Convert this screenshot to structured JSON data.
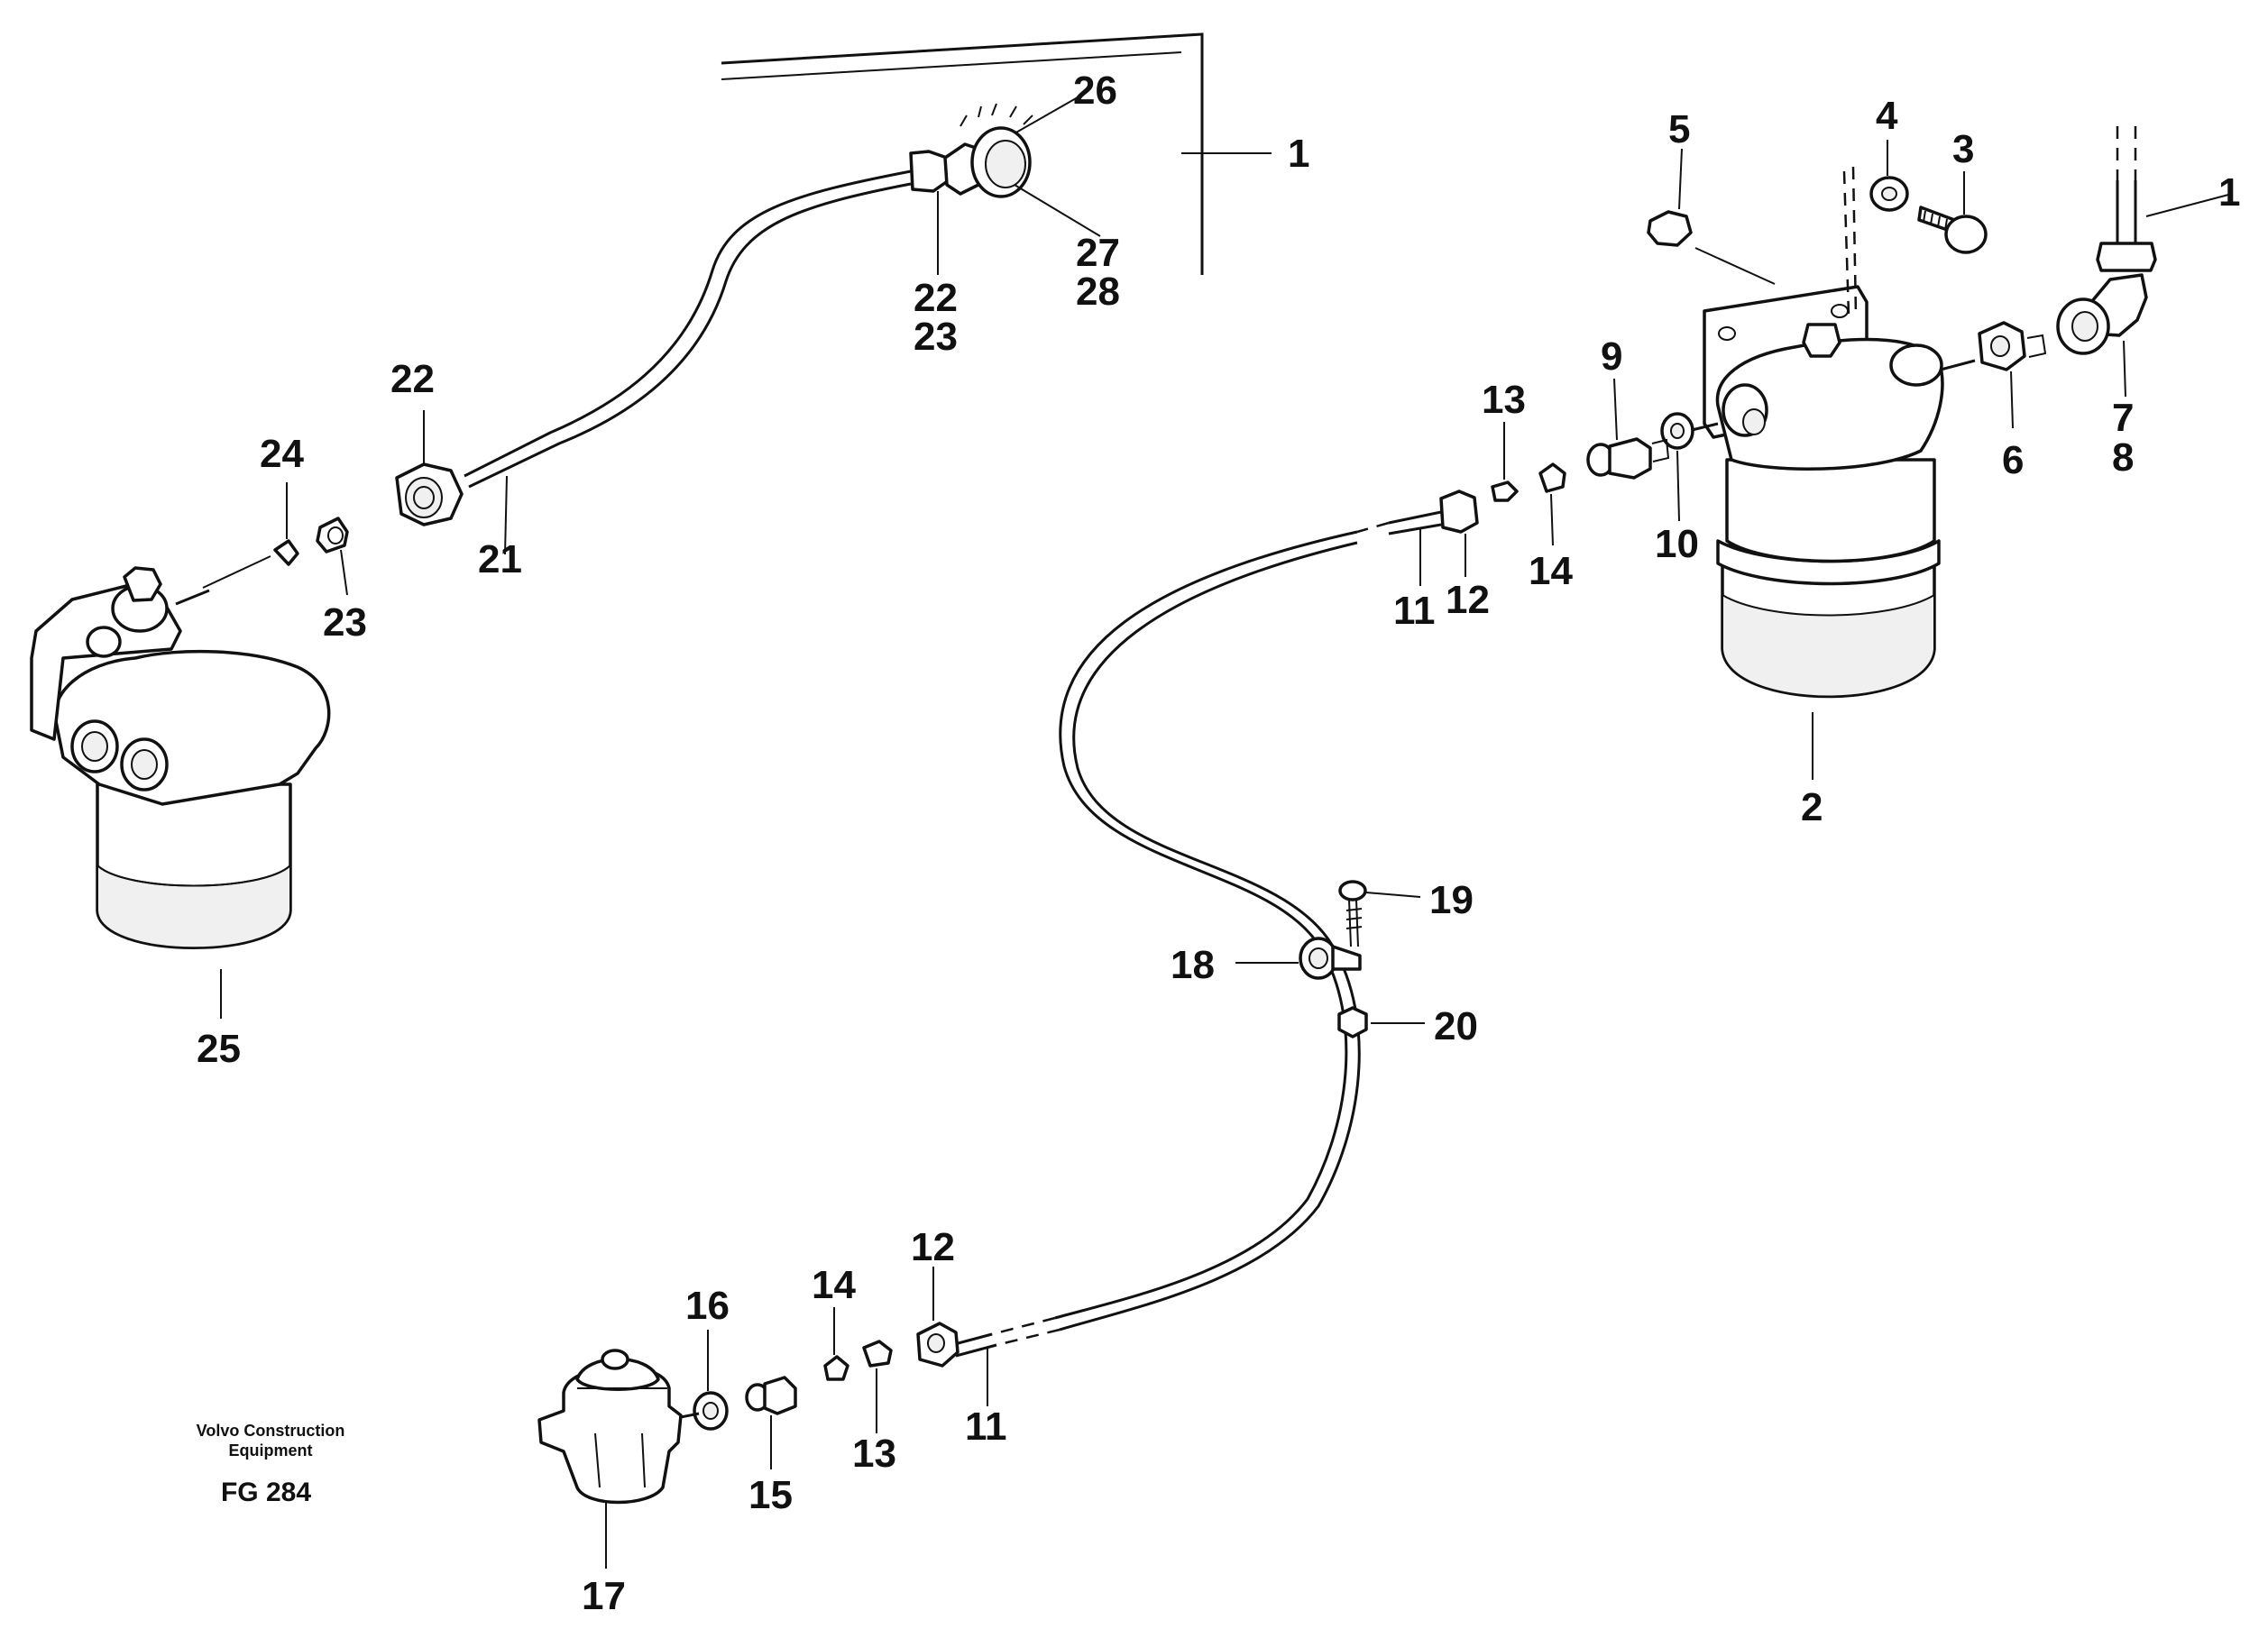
{
  "labels": {
    "l1a": "1",
    "l1b": "1",
    "l2": "2",
    "l3": "3",
    "l4": "4",
    "l5": "5",
    "l6": "6",
    "l7": "7",
    "l8": "8",
    "l9": "9",
    "l10": "10",
    "l11a": "11",
    "l11b": "11",
    "l12a": "12",
    "l12b": "12",
    "l13a": "13",
    "l13b": "13",
    "l14a": "14",
    "l14b": "14",
    "l15": "15",
    "l16": "16",
    "l17": "17",
    "l18": "18",
    "l19": "19",
    "l20": "20",
    "l21": "21",
    "l22a": "22",
    "l22b": "22",
    "l23a": "23",
    "l23b": "23",
    "l24": "24",
    "l25": "25",
    "l26": "26",
    "l27": "27",
    "l28": "28"
  },
  "caption": {
    "company_line1": "Volvo Construction",
    "company_line2": "Equipment",
    "figure_code": "FG 284"
  }
}
